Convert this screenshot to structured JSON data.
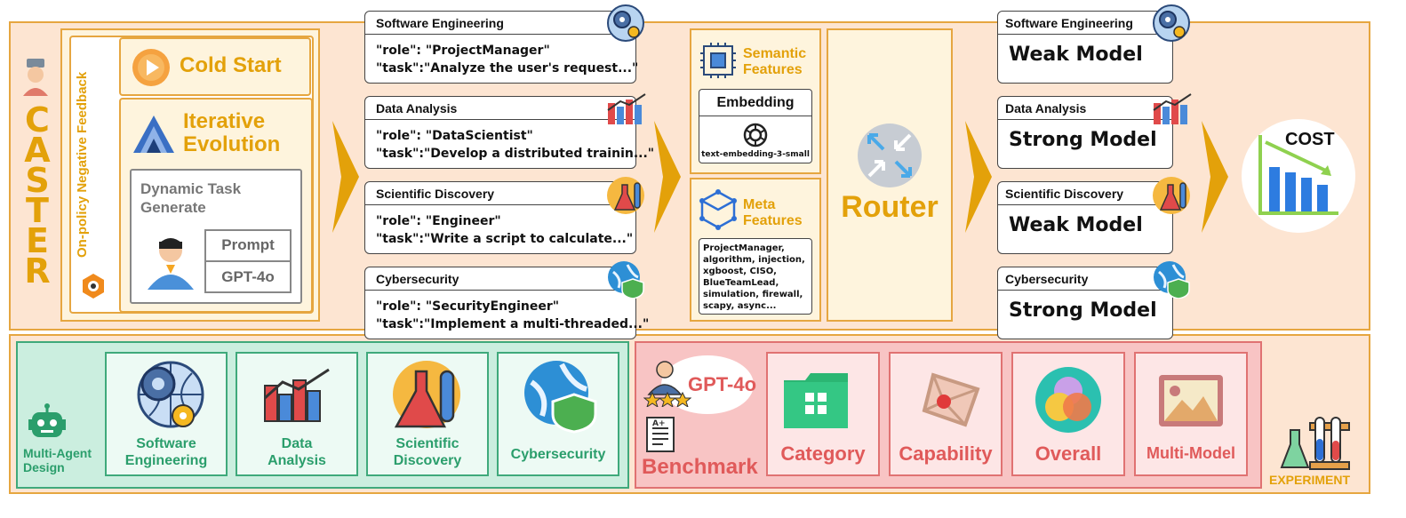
{
  "caster": {
    "letters": [
      "C",
      "A",
      "S",
      "T",
      "E",
      "R"
    ]
  },
  "feedback": {
    "label": "On-policy Negative Feedback"
  },
  "cold_start": {
    "title": "Cold Start"
  },
  "iterative": {
    "title_line1": "Iterative",
    "title_line2": "Evolution"
  },
  "dtg": {
    "title_line1": "Dynamic Task",
    "title_line2": "Generate",
    "prompt": "Prompt",
    "model": "GPT-4o"
  },
  "domains": [
    {
      "name": "Software Engineering",
      "role": "\"role\": \"ProjectManager\"",
      "task": "\"task\":\"Analyze the user's request...\""
    },
    {
      "name": "Data Analysis",
      "role": "\"role\": \"DataScientist\"",
      "task": "\"task\":\"Develop a distributed trainin...\""
    },
    {
      "name": "Scientific Discovery",
      "role": "\"role\": \"Engineer\"",
      "task": "\"task\":\"Write a script to calculate...\""
    },
    {
      "name": "Cybersecurity",
      "role": "\"role\": \"SecurityEngineer\"",
      "task": "\"task\":\"Implement a multi-threaded...\""
    }
  ],
  "semantic": {
    "title_line1": "Semantic",
    "title_line2": "Features",
    "embedding": "Embedding",
    "model": "text-embedding-3-small"
  },
  "meta": {
    "title_line1": "Meta",
    "title_line2": "Features",
    "list": "ProjectManager, algorithm, injection, xgboost, CISO, BlueTeamLead, simulation, firewall, scapy, async..."
  },
  "router": {
    "label": "Router"
  },
  "models": [
    {
      "name": "Software Engineering",
      "model": "Weak Model"
    },
    {
      "name": "Data Analysis",
      "model": "Strong Model"
    },
    {
      "name": "Scientific Discovery",
      "model": "Weak Model"
    },
    {
      "name": "Cybersecurity",
      "model": "Strong Model"
    }
  ],
  "cost": {
    "label": "COST"
  },
  "mad": {
    "side_line1": "Multi-Agent",
    "side_line2": "Design",
    "cards": [
      {
        "line1": "Software",
        "line2": "Engineering"
      },
      {
        "line1": "Data",
        "line2": "Analysis"
      },
      {
        "line1": "Scientific",
        "line2": "Discovery"
      },
      {
        "line1": "Cybersecurity",
        "line2": ""
      }
    ]
  },
  "bench": {
    "gpt": "GPT-4o",
    "word": "Benchmark",
    "cards": [
      "Category",
      "Capability",
      "Overall",
      "Multi-Model"
    ]
  },
  "experiment": {
    "label": "EXPERIMENT"
  },
  "colors": {
    "accent": "#e3a10a",
    "green": "#2b9e6c",
    "red": "#e05a5a"
  }
}
